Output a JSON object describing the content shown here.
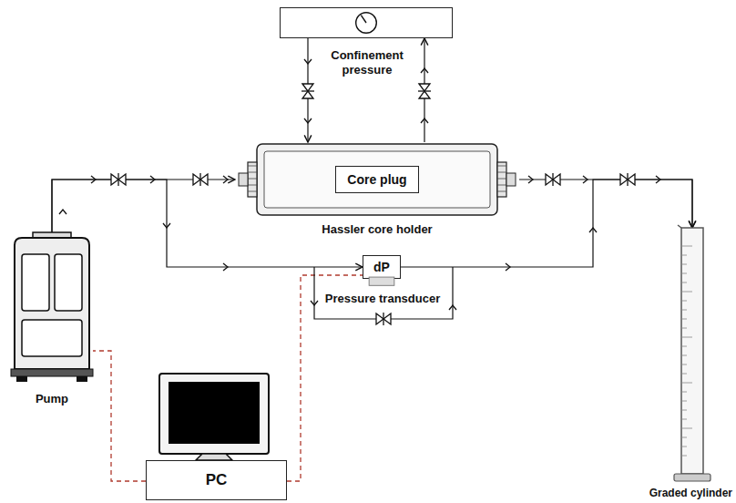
{
  "diagram": {
    "nodes": [
      {
        "text": [
          "Confinement pressure"
        ]
      },
      {
        "text": [
          "Hassler core holder"
        ]
      },
      {
        "text": [
          "Core plug"
        ],
        "in": 1
      },
      {
        "text": [
          "Pump"
        ]
      },
      {
        "text": [
          "dP",
          "Pressure transducer"
        ]
      },
      {
        "text": [
          "Graded cylinder"
        ]
      },
      {
        "text": [
          "PC"
        ]
      }
    ],
    "edges": [
      {
        "from": 3,
        "to": 1,
        "arrow": "to"
      },
      {
        "from": 1,
        "to": 5,
        "arrow": "to"
      },
      {
        "from": 0,
        "to": 1,
        "arrow": "to"
      },
      {
        "from": 1,
        "to": 0,
        "arrow": "to"
      },
      {
        "from": 3,
        "to": 4,
        "arrow": "to"
      },
      {
        "from": 4,
        "to": 5,
        "arrow": "to"
      },
      {
        "from": 6,
        "to": 3,
        "arrow": "none"
      },
      {
        "from": 6,
        "to": 4,
        "arrow": "none"
      }
    ]
  }
}
